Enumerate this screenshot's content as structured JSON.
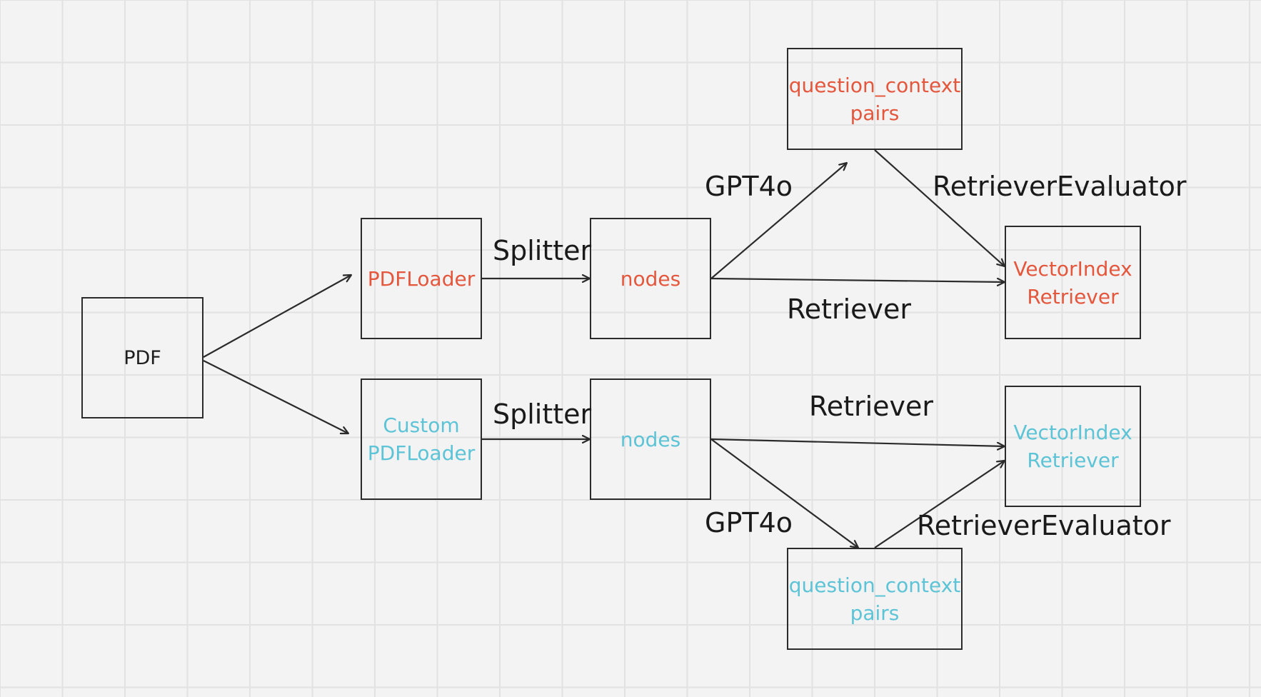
{
  "colors": {
    "background": "#f3f3f3",
    "grid": "#e2e2e2",
    "stroke": "#2b2b2b",
    "accent_red": "#e4573d",
    "accent_teal": "#5cc4d6"
  },
  "nodes": {
    "pdf": "PDF",
    "top": {
      "loader": "PDFLoader",
      "nodes": "nodes",
      "qa_pairs": "question_context\npairs",
      "retriever": "VectorIndex\nRetriever"
    },
    "bottom": {
      "loader": "Custom\nPDFLoader",
      "nodes": "nodes",
      "qa_pairs": "question_context\npairs",
      "retriever": "VectorIndex\nRetriever"
    }
  },
  "edge_labels": {
    "top": {
      "splitter": "Splitter",
      "gpt": "GPT4o",
      "evaluator": "RetrieverEvaluator",
      "retriever": "Retriever"
    },
    "bottom": {
      "splitter": "Splitter",
      "gpt": "GPT4o",
      "evaluator": "RetrieverEvaluator",
      "retriever": "Retriever"
    }
  }
}
